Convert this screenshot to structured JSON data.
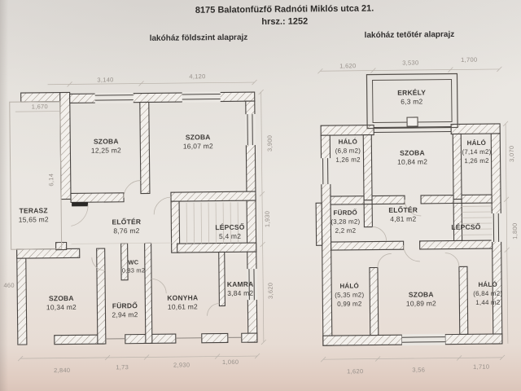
{
  "title": {
    "line1": "8175 Balatonfüzfő Radnóti Miklós utca 21.",
    "line2": "hrsz.: 1252"
  },
  "ground": {
    "subtitle": "lakóház földszint alaprajz",
    "rooms": {
      "szoba_nw": {
        "name": "SZOBA",
        "area": "12,25 m2"
      },
      "szoba_ne": {
        "name": "SZOBA",
        "area": "16,07 m2"
      },
      "terasz": {
        "name": "TERASZ",
        "area": "15,65 m2"
      },
      "eloter": {
        "name": "ELŐTÉR",
        "area": "8,76 m2"
      },
      "lepcso": {
        "name": "LÉPCSŐ",
        "area": "5,4 m2"
      },
      "wc": {
        "name": "WC",
        "area": "0,83 m2"
      },
      "szoba_sw": {
        "name": "SZOBA",
        "area": "10,34 m2"
      },
      "furdo": {
        "name": "FÜRDŐ",
        "area": "2,94 m2"
      },
      "konyha": {
        "name": "KONYHA",
        "area": "10,61 m2"
      },
      "kamra": {
        "name": "KAMRA",
        "area": "3,84 m2"
      }
    },
    "dims": {
      "top_left": "3,140",
      "top_right": "4,120",
      "left_top": "1,670",
      "left_side": "6,14",
      "left_bottom": "460",
      "right_top": "3,900",
      "right_mid": "1,930",
      "right_bottom": "3,620",
      "bottom": [
        "2,840",
        "1,73",
        "2,930",
        "1,060"
      ]
    }
  },
  "attic": {
    "subtitle": "lakóház tetőtér alaprajz",
    "rooms": {
      "erkely": {
        "name": "ERKÉLY",
        "area": "6,3 m2"
      },
      "halo_nw": {
        "name": "HÁLÓ",
        "paren": "(6,8 m2)",
        "area": "1,26 m2"
      },
      "szoba_n": {
        "name": "SZOBA",
        "area": "10,84 m2"
      },
      "halo_ne": {
        "name": "HÁLÓ",
        "paren": "(7,14 m2)",
        "area": "1,26 m2"
      },
      "furdo": {
        "name": "FÜRDŐ",
        "paren": "(3,28 m2)",
        "area": "2,2 m2"
      },
      "eloter": {
        "name": "ELŐTÉR",
        "area": "4,81 m2"
      },
      "lepcso": {
        "name": "LÉPCSŐ"
      },
      "halo_sw": {
        "name": "HÁLÓ",
        "paren": "(5,35 m2)",
        "area": "0,99 m2"
      },
      "szoba_s": {
        "name": "SZOBA",
        "area": "10,89 m2"
      },
      "halo_se": {
        "name": "HÁLÓ",
        "paren": "(6,84 m2)",
        "area": "1,44 m2"
      }
    },
    "dims": {
      "top": [
        "1,620",
        "3,530",
        "1,700"
      ],
      "right_top": "3,070",
      "right_mid": "1,800",
      "bottom": [
        "1,620",
        "3,56",
        "1,710"
      ]
    }
  },
  "colors": {
    "paper": "#eae7e2",
    "wall_outline": "#474340",
    "hatch": "#968c82",
    "ink": "#3e3b38",
    "dim_text": "#97908a"
  }
}
